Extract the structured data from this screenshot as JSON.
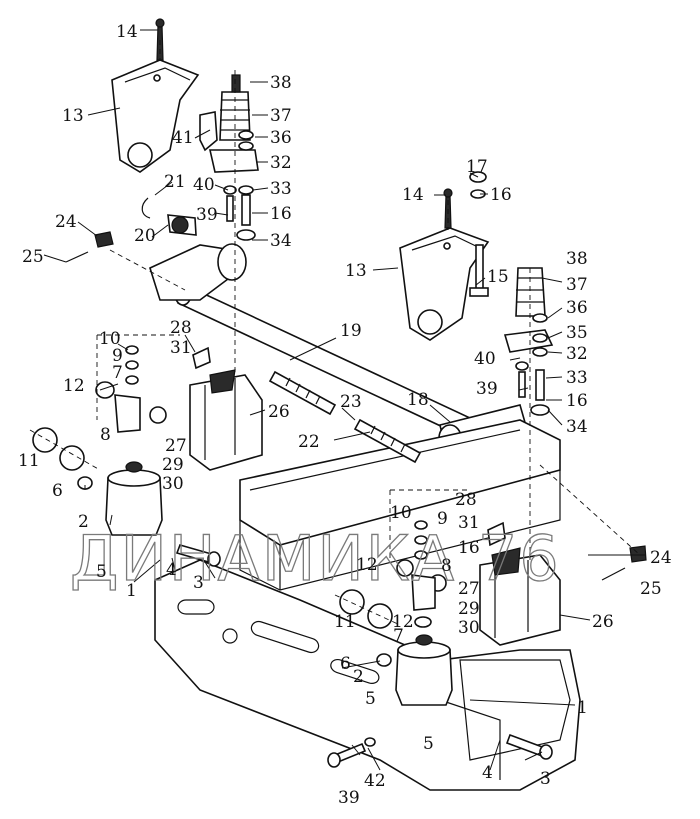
{
  "watermark": {
    "text": "ДИНАМИКА 76",
    "color": "#7a7a7a"
  },
  "labels": {
    "c14": "14",
    "c13": "13",
    "c38": "38",
    "c37": "37",
    "c41": "41",
    "c36": "36",
    "c32": "32",
    "c21": "21",
    "c40": "40",
    "c33": "33",
    "c39": "39",
    "c16": "16",
    "c20": "20",
    "c24": "24",
    "c34": "34",
    "c25": "25",
    "c10": "10",
    "c28": "28",
    "c9": "9",
    "c31": "31",
    "c7": "7",
    "c12": "12",
    "c8": "8",
    "c27": "27",
    "c11": "11",
    "c29": "29",
    "c30": "30",
    "c6": "6",
    "c2": "2",
    "c5": "5",
    "c4": "4",
    "c1": "1",
    "c3": "3",
    "c19": "19",
    "c23": "23",
    "c22": "22",
    "c26": "26",
    "c18": "18",
    "r17": "17",
    "r16": "16",
    "r14": "14",
    "r13": "13",
    "r15": "15",
    "r38": "38",
    "r37": "37",
    "r36": "36",
    "r35": "35",
    "r40": "40",
    "r32": "32",
    "r39": "39",
    "r33": "33",
    "r16b": "16",
    "r34": "34",
    "r28": "28",
    "r10": "10",
    "r9": "9",
    "r31": "31",
    "r16c": "16",
    "r8": "8",
    "r12": "12",
    "r27": "27",
    "r11": "11",
    "r29": "29",
    "r12b": "12",
    "r30": "30",
    "r7": "7",
    "r26": "26",
    "r24": "24",
    "r25": "25",
    "r6": "6",
    "r2": "2",
    "r5": "5",
    "r1": "1",
    "r5b": "5",
    "r39b": "39",
    "r42": "42",
    "r4": "4",
    "r3": "3"
  }
}
